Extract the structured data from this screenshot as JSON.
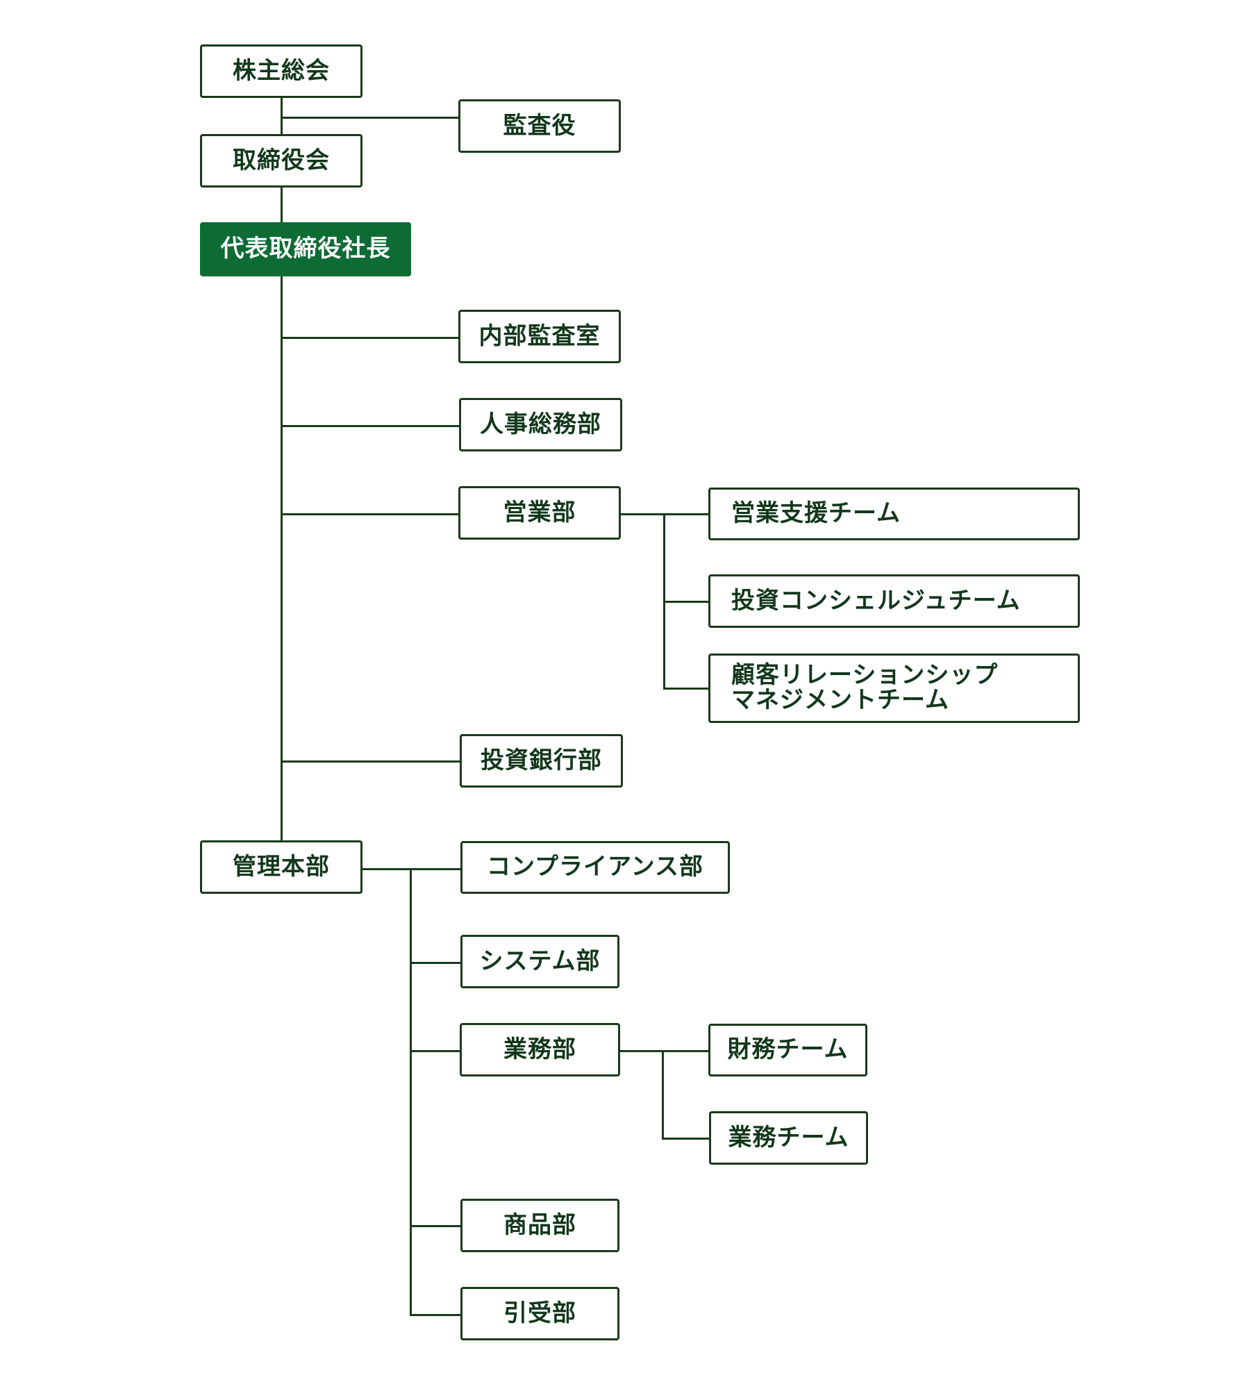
{
  "org": {
    "shareholders": "株主総会",
    "auditor": "監査役",
    "board": "取締役会",
    "president": "代表取締役社長",
    "internal_audit": "内部監査室",
    "hr_general": "人事総務部",
    "sales": "営業部",
    "sales_support": "営業支援チーム",
    "investment_concierge": "投資コンシェルジュチーム",
    "crm_line1": "顧客リレーションシップ",
    "crm_line2": "マネジメントチーム",
    "investment_banking": "投資銀行部",
    "admin_hq": "管理本部",
    "compliance": "コンプライアンス部",
    "systems": "システム部",
    "operations": "業務部",
    "finance_team": "財務チーム",
    "operations_team": "業務チーム",
    "products": "商品部",
    "underwriting": "引受部"
  },
  "colors": {
    "line": "#1a3a1a",
    "text": "#12381b",
    "accent": "#0d6b34"
  }
}
